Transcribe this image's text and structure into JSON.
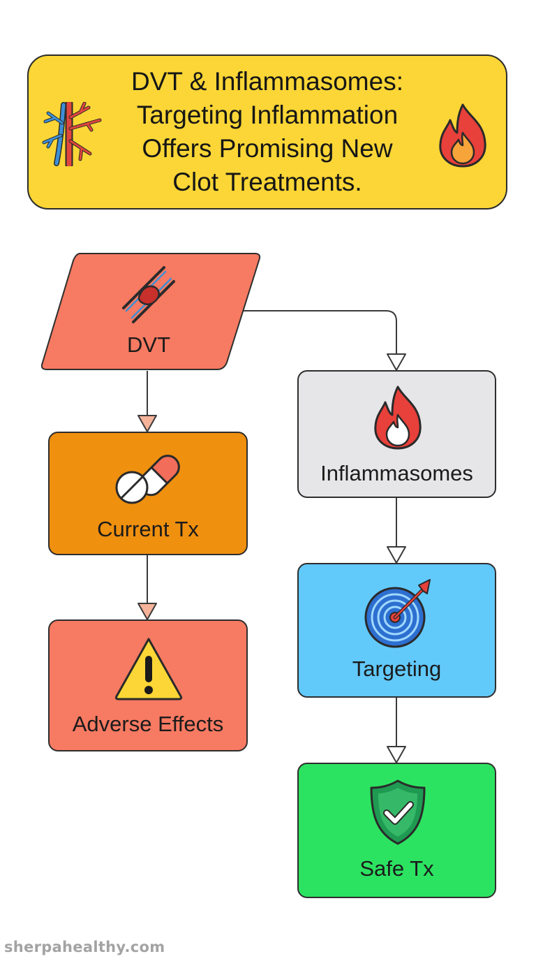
{
  "title": {
    "lines": [
      "DVT & Inflammasomes:",
      "Targeting Inflammation",
      "Offers Promising New",
      "Clot Treatments."
    ],
    "left_icon": "veins-icon",
    "right_icon": "flame-icon"
  },
  "nodes": {
    "dvt": {
      "label": "DVT",
      "icon": "blood-clot-vessel-icon",
      "color": "#f77a62"
    },
    "current_tx": {
      "label": "Current Tx",
      "icon": "pill-capsule-icon",
      "color": "#f0900f"
    },
    "adverse_effects": {
      "label": "Adverse Effects",
      "icon": "warning-triangle-icon",
      "color": "#f77a62"
    },
    "inflammasomes": {
      "label": "Inflammasomes",
      "icon": "flame-icon",
      "color": "#e6e6e8"
    },
    "targeting": {
      "label": "Targeting",
      "icon": "target-arrow-icon",
      "color": "#62c9fb"
    },
    "safe_tx": {
      "label": "Safe Tx",
      "icon": "shield-check-icon",
      "color": "#2ce361"
    }
  },
  "edges": [
    {
      "from": "DVT",
      "to": "Current Tx"
    },
    {
      "from": "Current Tx",
      "to": "Adverse Effects"
    },
    {
      "from": "DVT",
      "to": "Inflammasomes"
    },
    {
      "from": "Inflammasomes",
      "to": "Targeting"
    },
    {
      "from": "Targeting",
      "to": "Safe Tx"
    }
  ],
  "footer": {
    "brand": "sherpahealthy.com"
  }
}
